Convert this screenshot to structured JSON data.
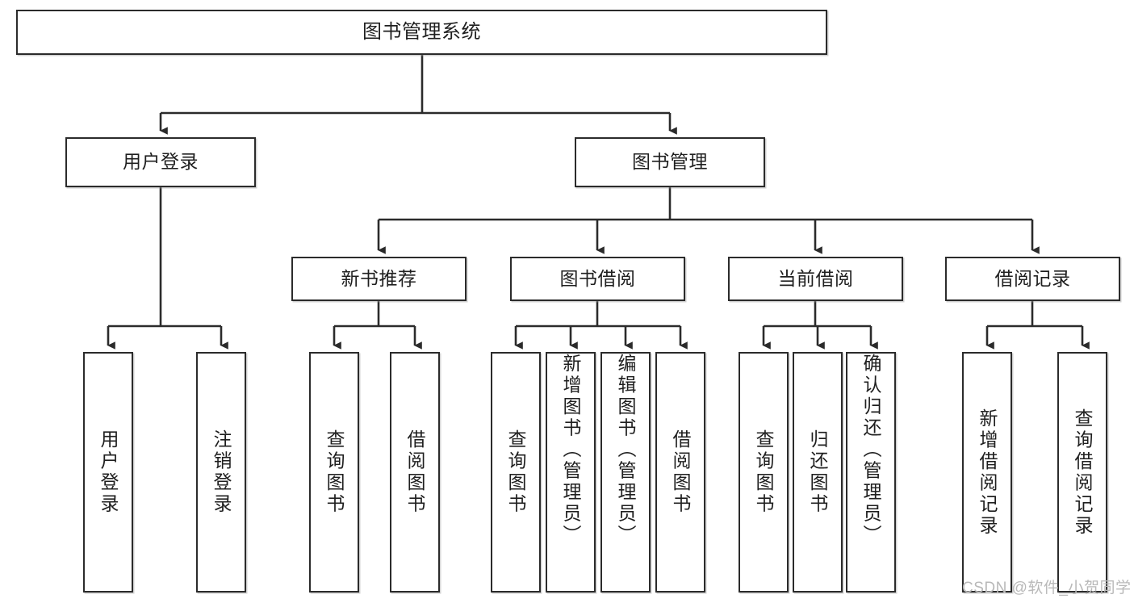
{
  "diagram": {
    "type": "tree-hierarchy-chart",
    "title": "图书管理系统",
    "watermark": "CSDN @软件_小贺同学",
    "colors": {
      "box_border": "#2b2b2b",
      "box_fill": "#ffffff",
      "connector": "#2b2b2b",
      "background": "#ffffff",
      "watermark": "#b9b9b9"
    },
    "root": {
      "label": "图书管理系统"
    },
    "level2": [
      {
        "label": "用户登录"
      },
      {
        "label": "图书管理"
      }
    ],
    "level3": [
      {
        "label": "新书推荐"
      },
      {
        "label": "图书借阅"
      },
      {
        "label": "当前借阅"
      },
      {
        "label": "借阅记录"
      }
    ],
    "leaves": {
      "user_login": [
        {
          "label": "用户登录"
        },
        {
          "label": "注销登录"
        }
      ],
      "new_book_recommend": [
        {
          "label": "查询图书"
        },
        {
          "label": "借阅图书"
        }
      ],
      "book_borrow": [
        {
          "label": "查询图书"
        },
        {
          "label": "新增图书（管理员）"
        },
        {
          "label": "编辑图书（管理员）"
        },
        {
          "label": "借阅图书"
        }
      ],
      "current_borrow": [
        {
          "label": "查询图书"
        },
        {
          "label": "归还图书"
        },
        {
          "label": "确认归还（管理员）"
        }
      ],
      "borrow_record": [
        {
          "label": "新增借阅记录"
        },
        {
          "label": "查询借阅记录"
        }
      ]
    }
  }
}
